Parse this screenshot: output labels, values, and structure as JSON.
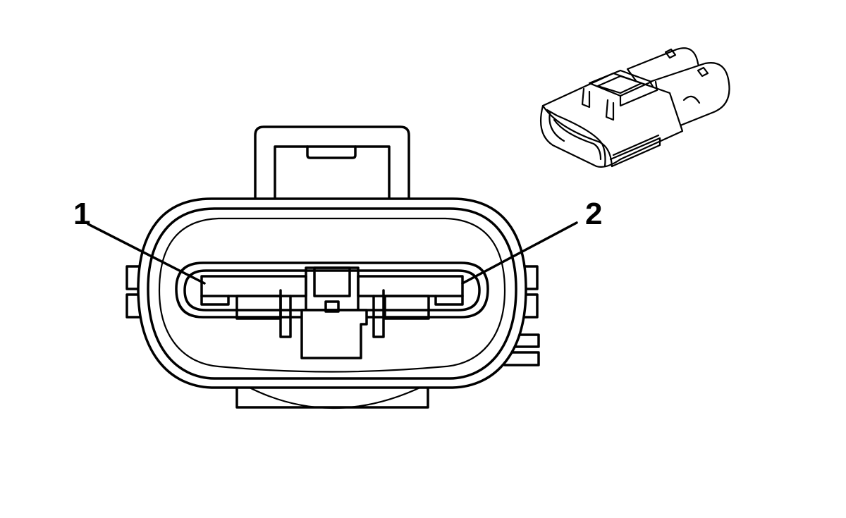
{
  "diagram": {
    "callouts": [
      {
        "label": "1",
        "target": "terminal-cavity-left"
      },
      {
        "label": "2",
        "target": "terminal-cavity-right"
      }
    ],
    "colors": {
      "line": "#000000",
      "background": "#ffffff"
    }
  }
}
